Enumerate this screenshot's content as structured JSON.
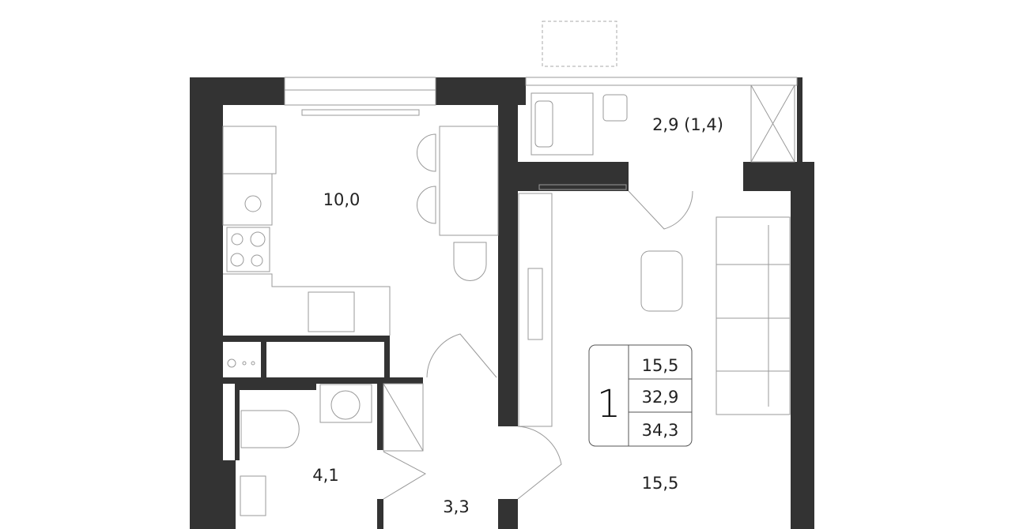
{
  "plan": {
    "rooms": {
      "kitchen": "10,0",
      "balcony": "2,9 (1,4)",
      "bathroom": "4,1",
      "hallway": "3,3",
      "living_room": "15,5"
    },
    "summary": {
      "rooms_count": "1",
      "living_area": "15,5",
      "total_area": "32,9",
      "total_area_with_balcony": "34,3"
    },
    "colors": {
      "wall": "#333333",
      "line": "#9a9a9a"
    }
  }
}
